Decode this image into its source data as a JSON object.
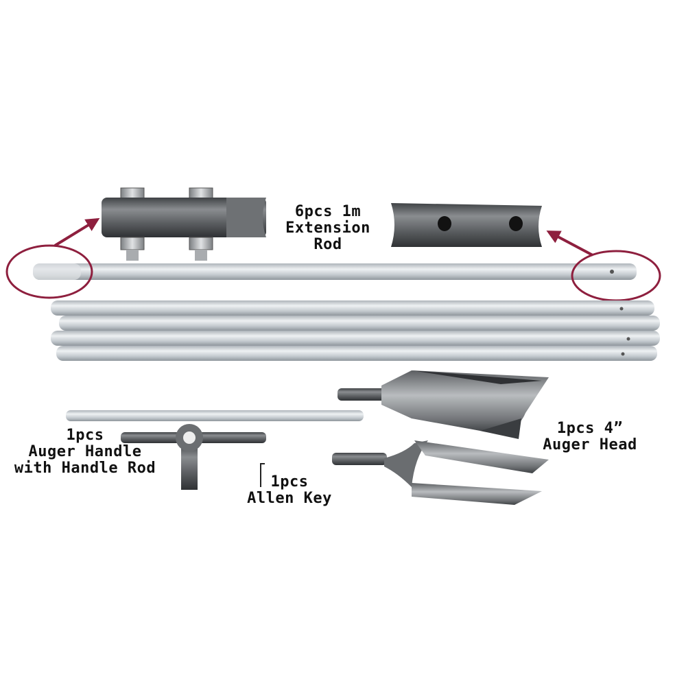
{
  "colors": {
    "background": "#ffffff",
    "rod_aluminum": "#c9ced3",
    "steel_dark": "#55585b",
    "highlight": "#8e1f3e",
    "text": "#111111"
  },
  "labels": {
    "extension_rod": {
      "line1": "6pcs 1m",
      "line2": "Extension",
      "line3": "Rod"
    },
    "auger_head": {
      "line1": "1pcs 4”",
      "line2": "Auger Head"
    },
    "auger_handle": {
      "line1": "1pcs",
      "line2": "Auger Handle",
      "line3": "with Handle Rod"
    },
    "allen_key": {
      "line1": "1pcs",
      "line2": "Allen Key"
    }
  },
  "icons": {
    "coupler": "rod-coupler-icon",
    "sleeve": "rod-sleeve-icon",
    "arrow": "arrow-icon",
    "circle": "highlight-circle-icon",
    "auger": "auger-head-icon",
    "handle": "t-handle-icon",
    "key": "allen-key-icon"
  }
}
